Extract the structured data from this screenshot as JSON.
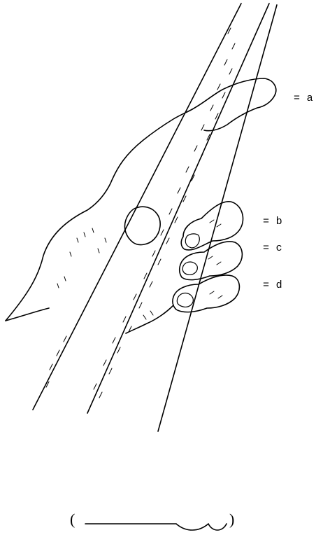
{
  "diagram": {
    "labels": {
      "a": "= a",
      "b": "= b",
      "c": "= c",
      "d": "= d"
    },
    "bottom": {
      "open_paren": "(",
      "close_paren": ")"
    }
  }
}
